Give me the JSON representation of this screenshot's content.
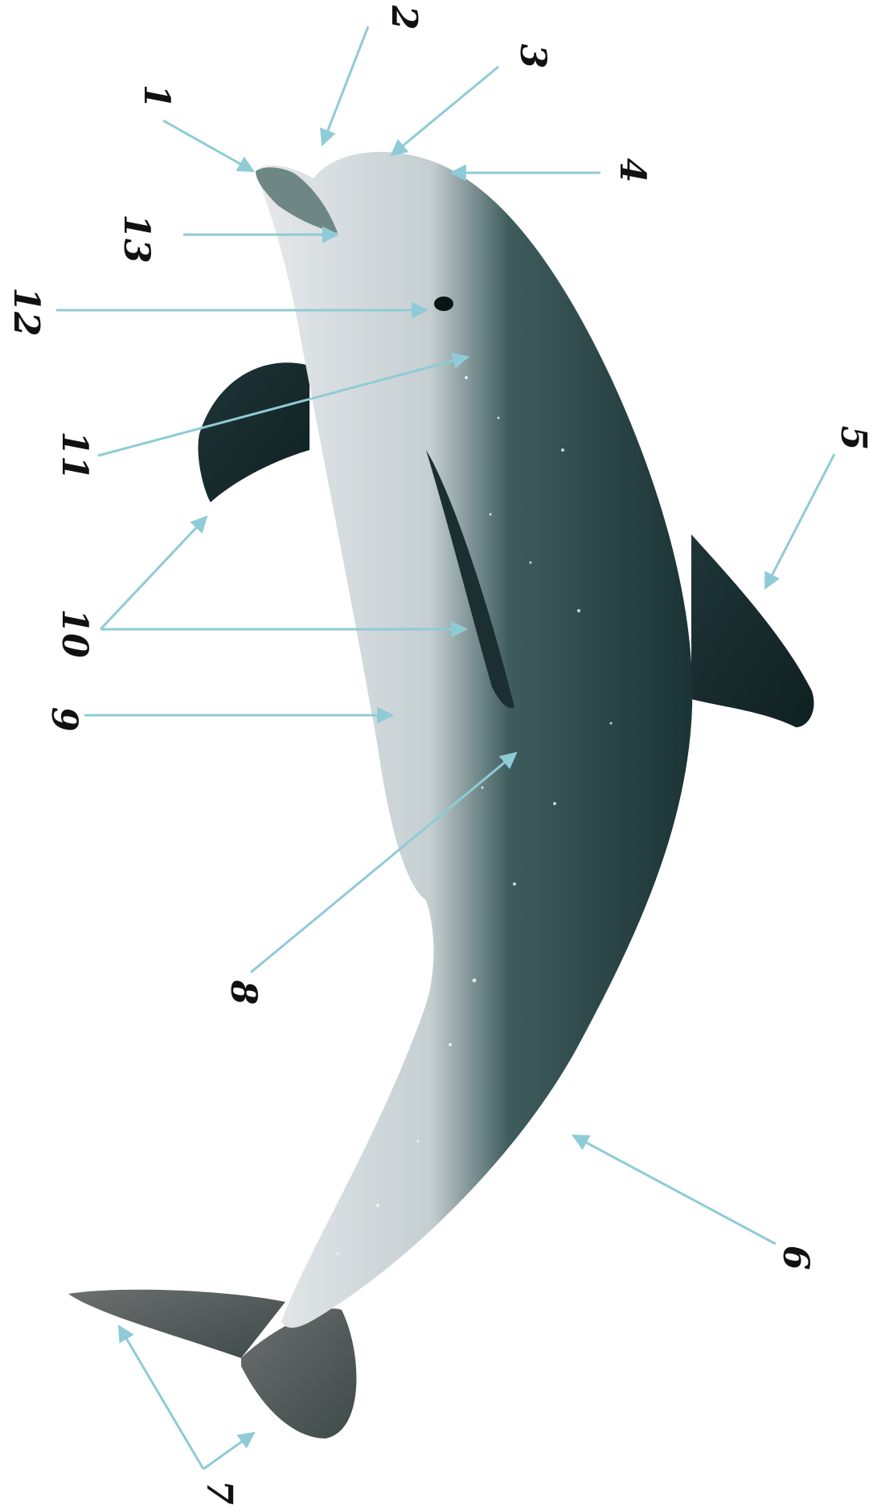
{
  "diagram": {
    "callouts": [
      {
        "id": "1",
        "label": "1"
      },
      {
        "id": "2",
        "label": "2"
      },
      {
        "id": "3",
        "label": "3"
      },
      {
        "id": "4",
        "label": "4"
      },
      {
        "id": "5",
        "label": "5"
      },
      {
        "id": "6",
        "label": "6"
      },
      {
        "id": "7",
        "label": "7"
      },
      {
        "id": "8",
        "label": "8"
      },
      {
        "id": "9",
        "label": "9"
      },
      {
        "id": "10",
        "label": "10"
      },
      {
        "id": "11",
        "label": "11"
      },
      {
        "id": "12",
        "label": "12"
      },
      {
        "id": "13",
        "label": "13"
      }
    ],
    "colors": {
      "background": "#ffffff",
      "arrow": "#8fcbd6",
      "label": "#111111",
      "dolphin_dark": "#1f3b3d",
      "dolphin_mid": "#2f5152",
      "dolphin_belly": "#e7eaec"
    }
  }
}
